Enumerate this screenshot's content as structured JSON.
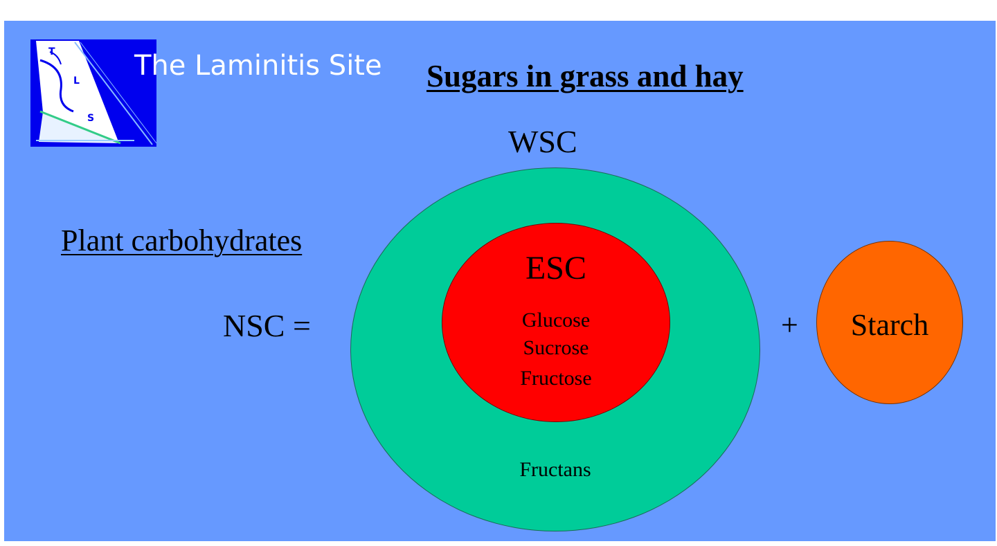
{
  "logo": {
    "letters": [
      "T",
      "L",
      "S"
    ],
    "site_name": "The Laminitis Site"
  },
  "title": "Sugars in grass and hay",
  "subtitle": "Plant carbohydrates",
  "equation": {
    "lhs": "NSC =",
    "plus": "+"
  },
  "wsc": {
    "label": "WSC",
    "outer_component": "Fructans"
  },
  "esc": {
    "label": "ESC",
    "sugars": [
      "Glucose",
      "Sucrose",
      "Fructose"
    ]
  },
  "starch": {
    "label": "Starch"
  },
  "colors": {
    "background": "#6699ff",
    "logo_blue": "#0000ee",
    "wsc_green": "#00cc99",
    "esc_red": "#ff0000",
    "starch_orange": "#ff6600",
    "site_name_text": "#ffffff"
  }
}
